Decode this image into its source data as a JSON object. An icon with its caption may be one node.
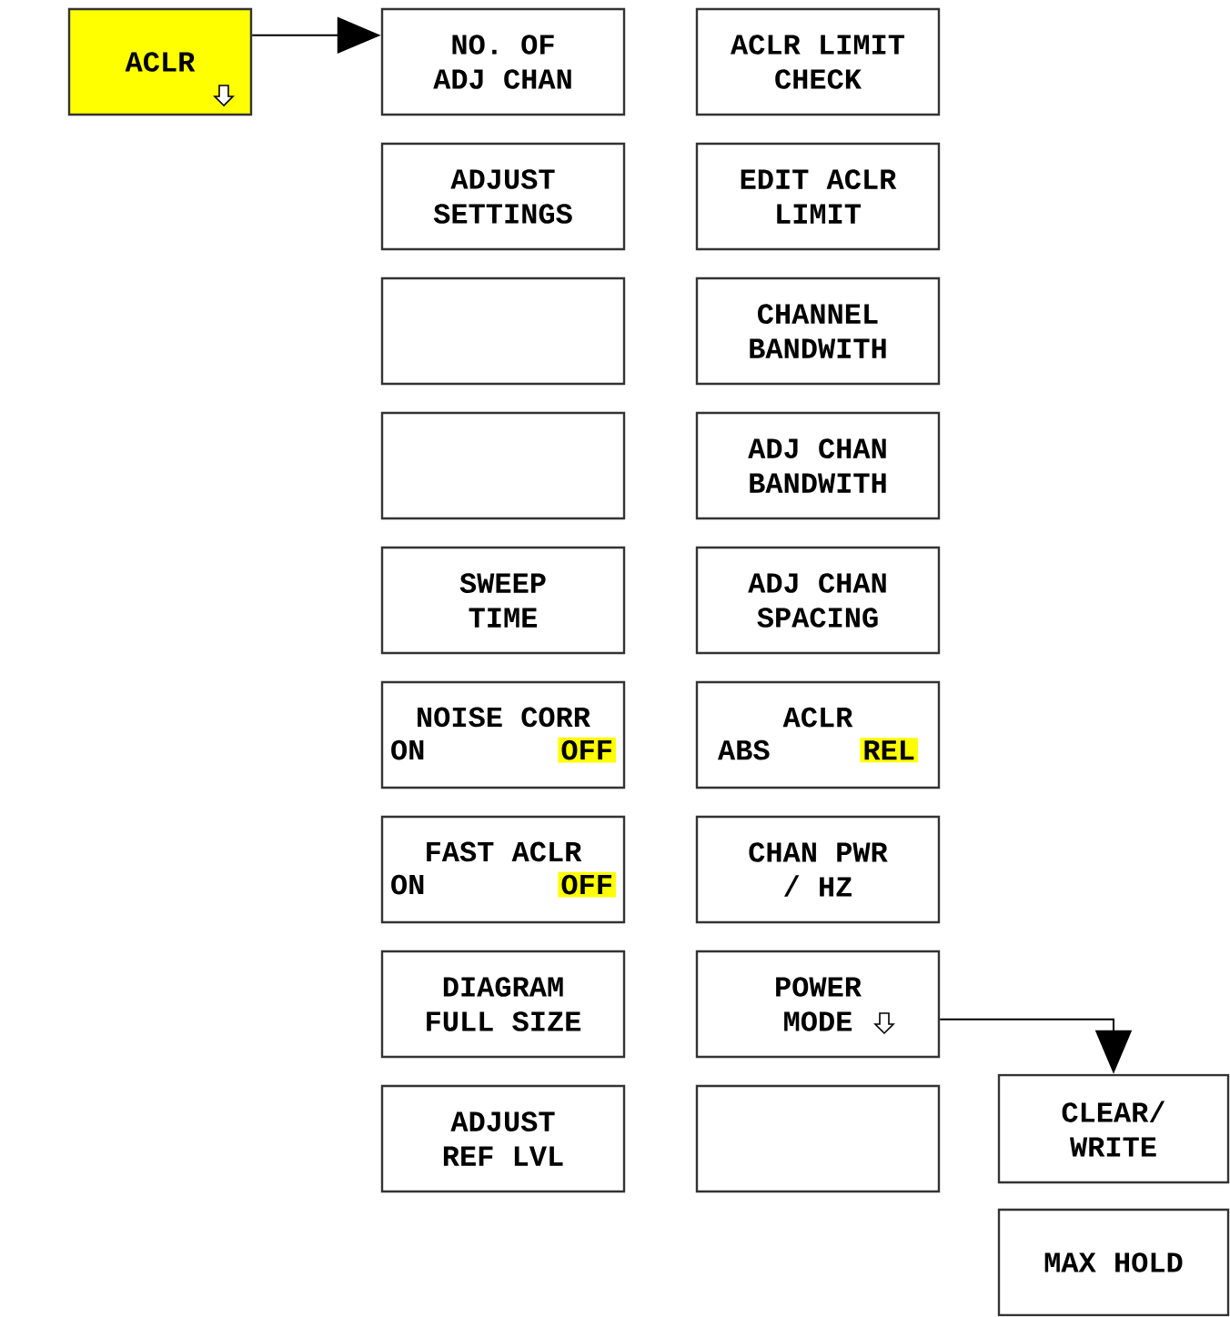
{
  "diagram": {
    "nodes": [
      {
        "text": [
          "ACLR"
        ]
      },
      {
        "text": [
          "NO. OF ADJ CHAN"
        ]
      },
      {
        "text": [
          "ADJUST SETTINGS"
        ]
      },
      {
        "text": [],
        "shape": "box"
      },
      {
        "text": [],
        "shape": "box"
      },
      {
        "text": [
          "SWEEP TIME"
        ]
      },
      {
        "text": [
          "NOISE CORR",
          "ON",
          "OFF"
        ]
      },
      {
        "text": [
          "FAST ACLR",
          "ON",
          "OFF"
        ]
      },
      {
        "text": [
          "DIAGRAM FULL SIZE"
        ]
      },
      {
        "text": [
          "ADJUST REF LVL"
        ]
      },
      {
        "text": [
          "ACLR LIMIT CHECK"
        ]
      },
      {
        "text": [
          "EDIT ACLR LIMIT"
        ]
      },
      {
        "text": [
          "CHANNEL BANDWITH"
        ]
      },
      {
        "text": [
          "ADJ CHAN BANDWITH"
        ]
      },
      {
        "text": [
          "ADJ CHAN SPACING"
        ]
      },
      {
        "text": [
          "ACLR",
          "ABS",
          "REL"
        ]
      },
      {
        "text": [
          "CHAN PWR / HZ"
        ]
      },
      {
        "text": [
          "POWER MODE"
        ]
      },
      {
        "text": [],
        "shape": "box"
      },
      {
        "text": [
          "CLEAR/ WRITE"
        ]
      },
      {
        "text": [
          "MAX HOLD"
        ]
      }
    ],
    "edges": [
      {
        "from": 0,
        "to": 1,
        "arrow": "to"
      },
      {
        "from": 17,
        "to": 19,
        "arrow": "to"
      }
    ]
  }
}
